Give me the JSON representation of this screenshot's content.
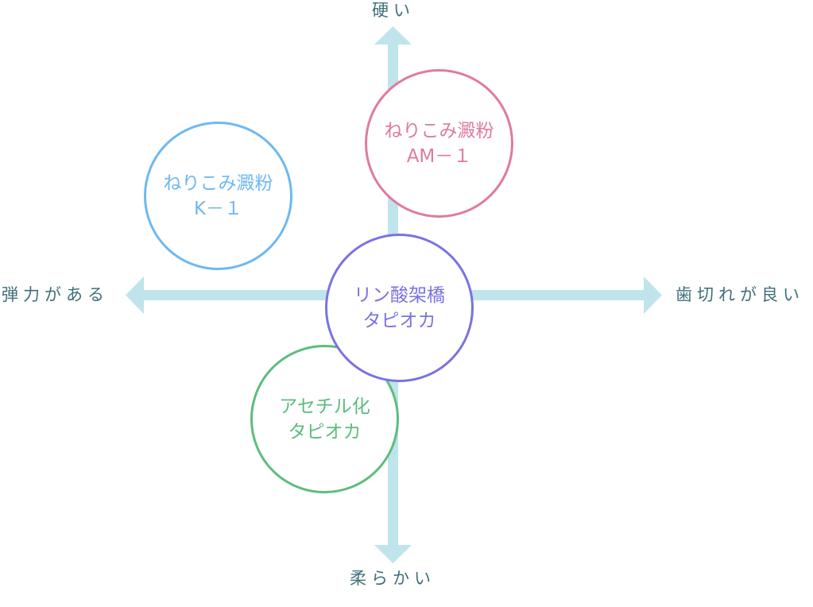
{
  "axes": {
    "top": "硬い",
    "bottom": "柔らかい",
    "left": "弾力がある",
    "right": "歯切れが良い"
  },
  "nodes": {
    "am1": {
      "line1": "ねりこみ澱粉",
      "line2": "AM－１",
      "color": "#df7aa0"
    },
    "k1": {
      "line1": "ねりこみ澱粉",
      "line2": "K－１",
      "color": "#6eb8f2"
    },
    "acetyl": {
      "line1": "アセチル化",
      "line2": "タピオカ",
      "color": "#5cbd7e"
    },
    "phosphate": {
      "line1": "リン酸架橋",
      "line2": "タピオカ",
      "color": "#7a72e2"
    }
  },
  "colors": {
    "axis": "#bfe4ec",
    "axis_text": "#3f6f7a"
  }
}
